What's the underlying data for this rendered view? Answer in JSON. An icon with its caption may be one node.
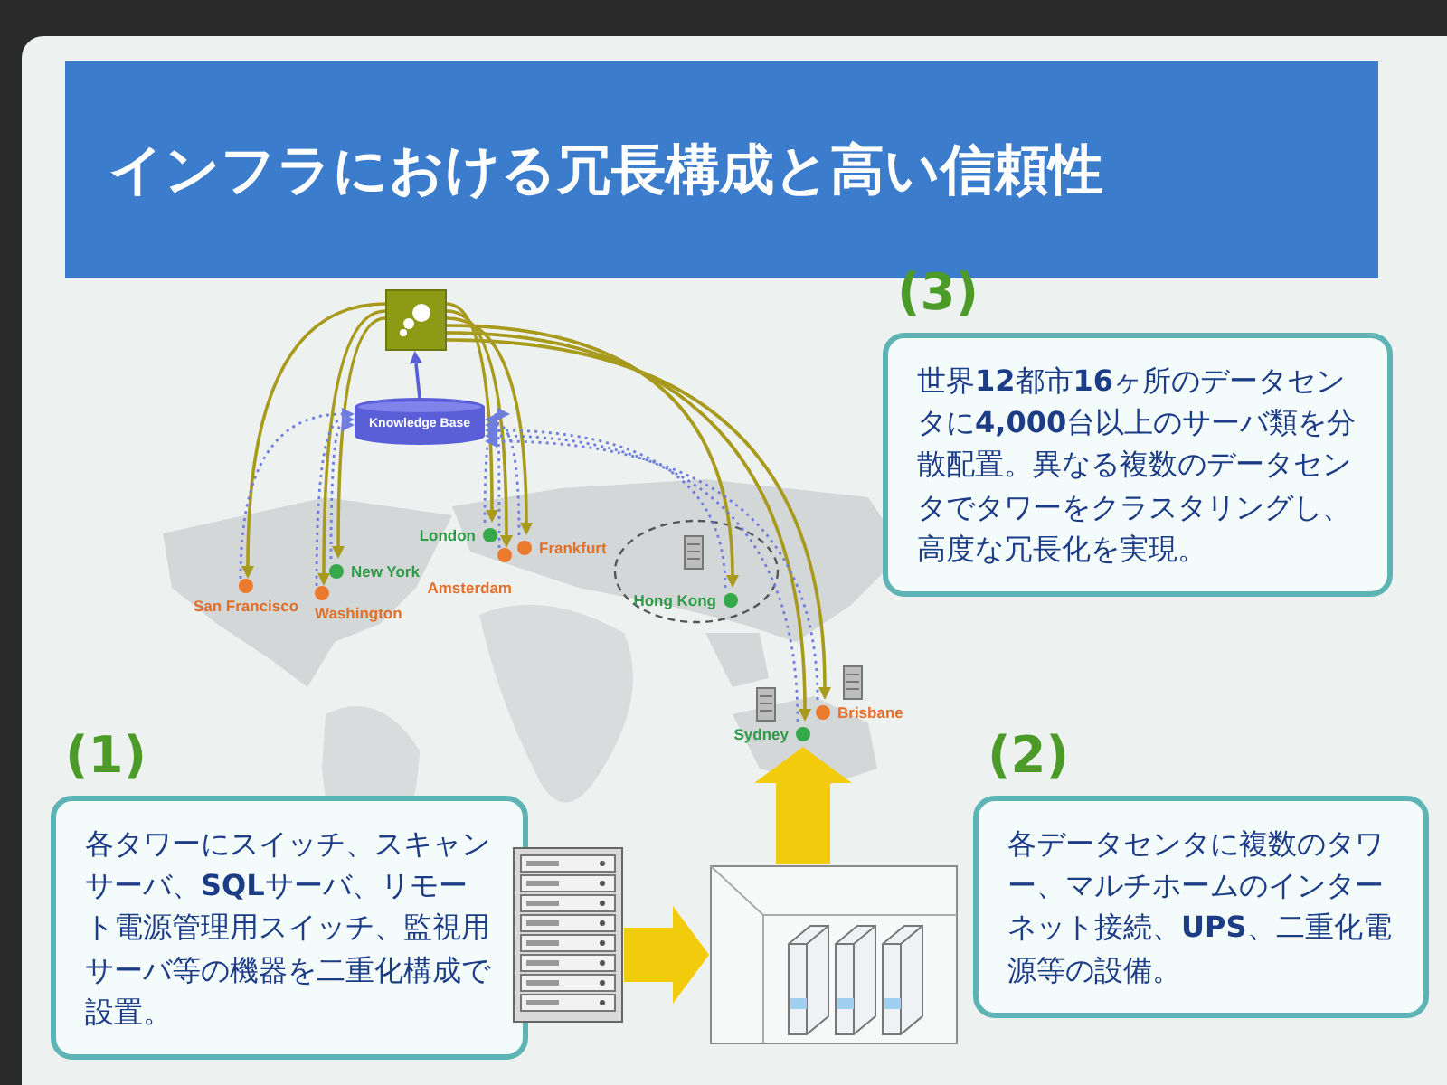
{
  "diagram": {
    "title": "インフラにおける冗長構成と高い信頼性",
    "nodes": [
      {
        "text": [],
        "shape": "box"
      },
      {
        "text": [
          "Knowledge Base"
        ]
      },
      {
        "text": [
          "San Francisco"
        ]
      },
      {
        "text": [
          "Washington"
        ]
      },
      {
        "text": [
          "New York"
        ]
      },
      {
        "text": [
          "London"
        ]
      },
      {
        "text": [
          "Amsterdam"
        ]
      },
      {
        "text": [
          "Frankfurt"
        ]
      },
      {
        "text": [
          "Hong Kong"
        ]
      },
      {
        "text": [
          "Sydney"
        ]
      },
      {
        "text": [
          "Brisbane"
        ]
      },
      {
        "text": [
          "(3)",
          "世界**12**都市**16**ヶ所のデータセンタに**4,000**台以上のサーバ類を分散配置。異なる複数のデータセンタでタワーをクラスタリングし、高度な冗長化を実現。"
        ]
      },
      {
        "text": [
          "(1)",
          "各タワーにスイッチ、スキャンサーバ、**SQL**サーバ、リモート電源管理用スイッチ、監視用サーバ等の機器を二重化構成で設置。"
        ]
      },
      {
        "text": [],
        "shape": "picture"
      },
      {
        "text": [],
        "shape": "picture"
      },
      {
        "text": [
          "(2)",
          "各データセンタに複数のタワー、マルチホームのインターネット接続、**UPS**、二重化電源等の設備。"
        ]
      }
    ],
    "edges": [
      {
        "from": 0,
        "to": 2,
        "arrow": "to"
      },
      {
        "from": 0,
        "to": 3,
        "arrow": "to"
      },
      {
        "from": 0,
        "to": 4,
        "arrow": "to"
      },
      {
        "from": 0,
        "to": 5,
        "arrow": "to"
      },
      {
        "from": 0,
        "to": 6,
        "arrow": "to"
      },
      {
        "from": 0,
        "to": 7,
        "arrow": "to"
      },
      {
        "from": 0,
        "to": 8,
        "arrow": "to"
      },
      {
        "from": 0,
        "to": 9,
        "arrow": "to"
      },
      {
        "from": 0,
        "to": 10,
        "arrow": "to"
      },
      {
        "from": 2,
        "to": 1,
        "arrow": "to",
        "style": "dashed",
        "color": "#6f7ddc"
      },
      {
        "from": 3,
        "to": 1,
        "arrow": "to",
        "style": "dashed",
        "color": "#6f7ddc"
      },
      {
        "from": 4,
        "to": 1,
        "arrow": "to",
        "style": "dashed",
        "color": "#6f7ddc"
      },
      {
        "from": 5,
        "to": 1,
        "arrow": "to",
        "style": "dashed",
        "color": "#6f7ddc"
      },
      {
        "from": 6,
        "to": 1,
        "arrow": "to",
        "style": "dashed",
        "color": "#6f7ddc"
      },
      {
        "from": 7,
        "to": 1,
        "arrow": "to",
        "style": "dashed",
        "color": "#6f7ddc"
      },
      {
        "from": 8,
        "to": 1,
        "arrow": "to",
        "style": "dashed",
        "color": "#6f7ddc"
      },
      {
        "from": 9,
        "to": 1,
        "arrow": "to",
        "style": "dashed",
        "color": "#6f7ddc"
      },
      {
        "from": 10,
        "to": 1,
        "arrow": "to",
        "style": "dashed",
        "color": "#6f7ddc"
      },
      {
        "from": 1,
        "to": 0,
        "arrow": "to",
        "color": "#5a5fd8"
      },
      {
        "from": 13,
        "to": 14,
        "arrow": "to",
        "style": "thick",
        "color": "#f2cc0c"
      },
      {
        "from": 14,
        "to": 9,
        "arrow": "to",
        "style": "thick",
        "color": "#f2cc0c"
      }
    ]
  }
}
